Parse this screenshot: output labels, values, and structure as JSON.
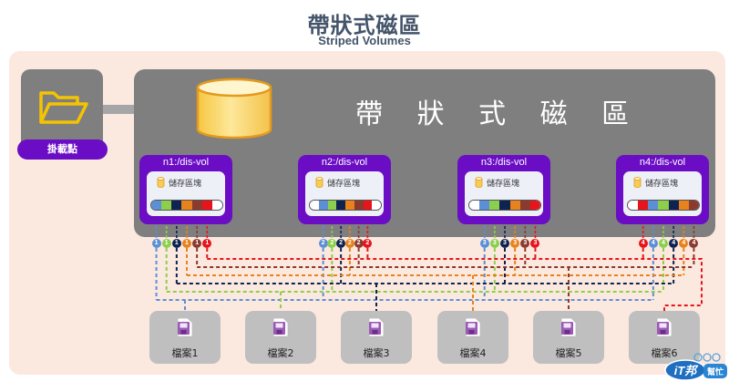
{
  "header": {
    "title": "帶狀式磁區",
    "subtitle": "Striped Volumes"
  },
  "mount_point": {
    "icon": "folder-open-icon",
    "label": "掛載點"
  },
  "volume": {
    "icon": "database-cylinder-icon",
    "label": "帶 狀 式 磁 區"
  },
  "colors": {
    "blue": "#5b8fd6",
    "green": "#8ccf4d",
    "navy": "#0f2350",
    "orange": "#e8821c",
    "brown": "#8b3a2e",
    "red": "#e8141c",
    "purple": "#6a0dc4",
    "panel": "#fbe9df",
    "gray": "#7f7f7f"
  },
  "nodes": [
    {
      "title": "n1:/dis-vol",
      "block_label": "儲存區塊",
      "stripe": [
        "blue",
        "green",
        "navy",
        "orange",
        "brown",
        "red",
        "white"
      ],
      "badges": [
        {
          "num": "1",
          "color": "blue"
        },
        {
          "num": "1",
          "color": "green"
        },
        {
          "num": "1",
          "color": "navy"
        },
        {
          "num": "1",
          "color": "orange"
        },
        {
          "num": "1",
          "color": "brown"
        },
        {
          "num": "1",
          "color": "red"
        }
      ]
    },
    {
      "title": "n2:/dis-vol",
      "block_label": "儲存區塊",
      "stripe": [
        "white",
        "blue",
        "green",
        "navy",
        "orange",
        "brown",
        "red",
        "white"
      ],
      "badges": [
        {
          "num": "2",
          "color": "blue"
        },
        {
          "num": "2",
          "color": "green"
        },
        {
          "num": "2",
          "color": "navy"
        },
        {
          "num": "2",
          "color": "orange"
        },
        {
          "num": "2",
          "color": "brown"
        },
        {
          "num": "2",
          "color": "red"
        }
      ]
    },
    {
      "title": "n3:/dis-vol",
      "block_label": "儲存區塊",
      "stripe": [
        "white",
        "blue",
        "green",
        "navy",
        "orange",
        "brown",
        "red"
      ],
      "badges": [
        {
          "num": "3",
          "color": "blue"
        },
        {
          "num": "3",
          "color": "green"
        },
        {
          "num": "3",
          "color": "navy"
        },
        {
          "num": "3",
          "color": "orange"
        },
        {
          "num": "3",
          "color": "brown"
        },
        {
          "num": "3",
          "color": "red"
        }
      ]
    },
    {
      "title": "n4:/dis-vol",
      "block_label": "儲存區塊",
      "stripe": [
        "white",
        "red",
        "blue",
        "green",
        "navy",
        "orange",
        "brown"
      ],
      "badges": [
        {
          "num": "4",
          "color": "red"
        },
        {
          "num": "4",
          "color": "blue"
        },
        {
          "num": "4",
          "color": "green"
        },
        {
          "num": "4",
          "color": "navy"
        },
        {
          "num": "4",
          "color": "orange"
        },
        {
          "num": "4",
          "color": "brown"
        }
      ]
    }
  ],
  "files": [
    {
      "label": "檔案1",
      "color": "blue",
      "icon": "file-save-icon"
    },
    {
      "label": "檔案2",
      "color": "green",
      "icon": "file-save-icon"
    },
    {
      "label": "檔案3",
      "color": "navy",
      "icon": "file-save-icon"
    },
    {
      "label": "檔案4",
      "color": "orange",
      "icon": "file-save-icon"
    },
    {
      "label": "檔案5",
      "color": "brown",
      "icon": "file-save-icon"
    },
    {
      "label": "檔案6",
      "color": "red",
      "icon": "file-save-icon"
    }
  ],
  "watermark": {
    "text_main": "iT邦",
    "text_sub": "幫忙"
  }
}
